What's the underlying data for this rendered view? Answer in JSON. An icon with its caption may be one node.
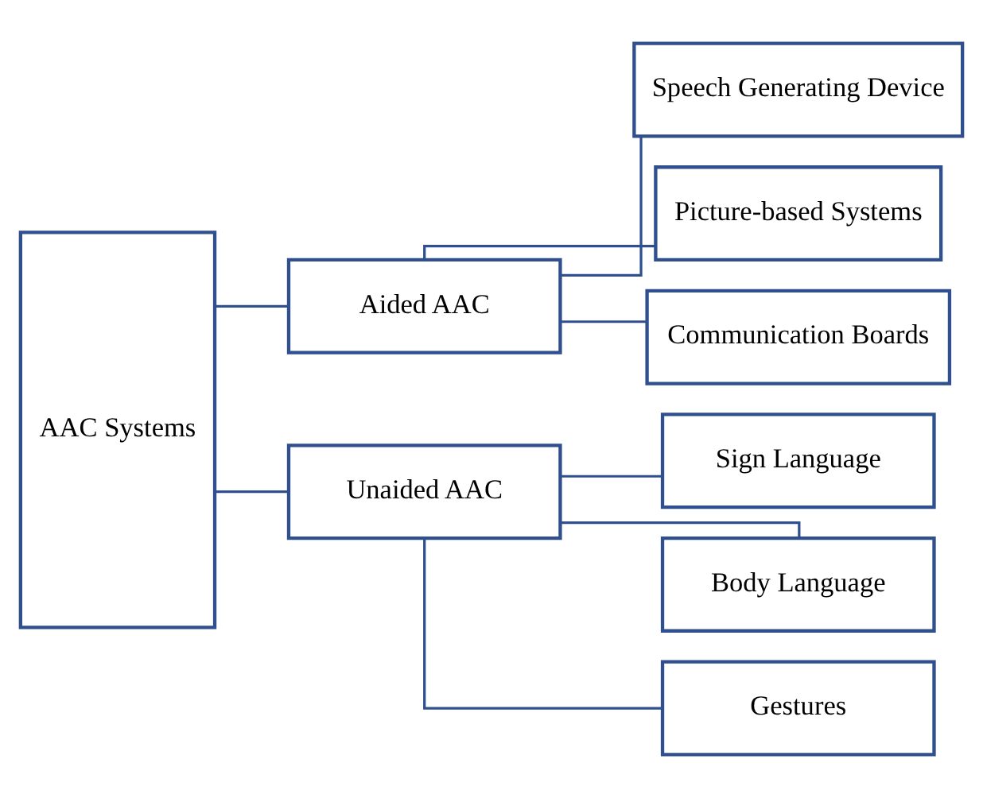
{
  "diagram": {
    "nodes": [
      {
        "text": [
          "AAC Systems"
        ]
      },
      {
        "text": [
          "Aided AAC"
        ]
      },
      {
        "text": [
          "Unaided AAC"
        ]
      },
      {
        "text": [
          "Speech Generating Device"
        ]
      },
      {
        "text": [
          "Picture-based Systems"
        ]
      },
      {
        "text": [
          "Communication Boards"
        ]
      },
      {
        "text": [
          "Sign Language"
        ]
      },
      {
        "text": [
          "Body Language"
        ]
      },
      {
        "text": [
          "Gestures"
        ]
      }
    ],
    "edges": [
      {
        "from": 0,
        "to": 1,
        "arrow": "none"
      },
      {
        "from": 0,
        "to": 2,
        "arrow": "none"
      },
      {
        "from": 1,
        "to": 3,
        "arrow": "none"
      },
      {
        "from": 1,
        "to": 4,
        "arrow": "none"
      },
      {
        "from": 1,
        "to": 5,
        "arrow": "none"
      },
      {
        "from": 2,
        "to": 6,
        "arrow": "none"
      },
      {
        "from": 2,
        "to": 7,
        "arrow": "none"
      },
      {
        "from": 2,
        "to": 8,
        "arrow": "none"
      }
    ]
  }
}
